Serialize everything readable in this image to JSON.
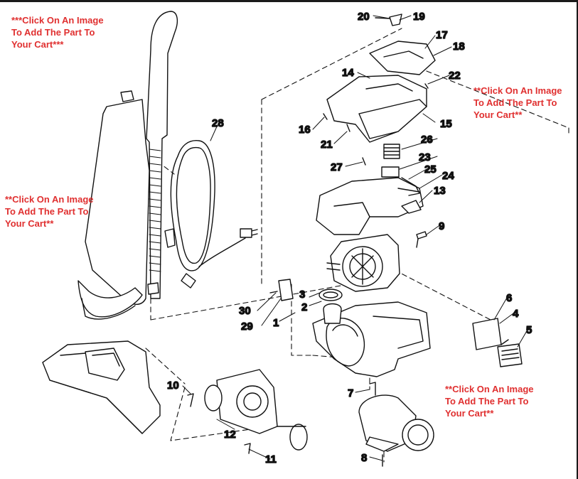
{
  "notices": {
    "top_left": "***Click On An Image\nTo Add The Part To\nYour Cart***",
    "mid_left": "**Click On An Image\nTo Add The Part To\nYour Cart**",
    "top_right": "**Click On An Image\nTo Add The Part To\nYour Cart**",
    "bottom_right": "**Click On An Image\nTo Add The Part To\nYour Cart**"
  },
  "part_numbers": {
    "p1": "1",
    "p2": "2",
    "p3": "3",
    "p4": "4",
    "p5": "5",
    "p6": "6",
    "p7": "7",
    "p8": "8",
    "p9": "9",
    "p10": "10",
    "p11": "11",
    "p12": "12",
    "p13": "13",
    "p14": "14",
    "p15": "15",
    "p16": "16",
    "p17": "17",
    "p18": "18",
    "p19": "19",
    "p20": "20",
    "p21": "21",
    "p22": "22",
    "p23": "23",
    "p24": "24",
    "p25": "25",
    "p26": "26",
    "p27": "27",
    "p28": "28",
    "p29": "29",
    "p30": "30"
  },
  "colors": {
    "notice": "#e03030",
    "ink": "#111111"
  }
}
